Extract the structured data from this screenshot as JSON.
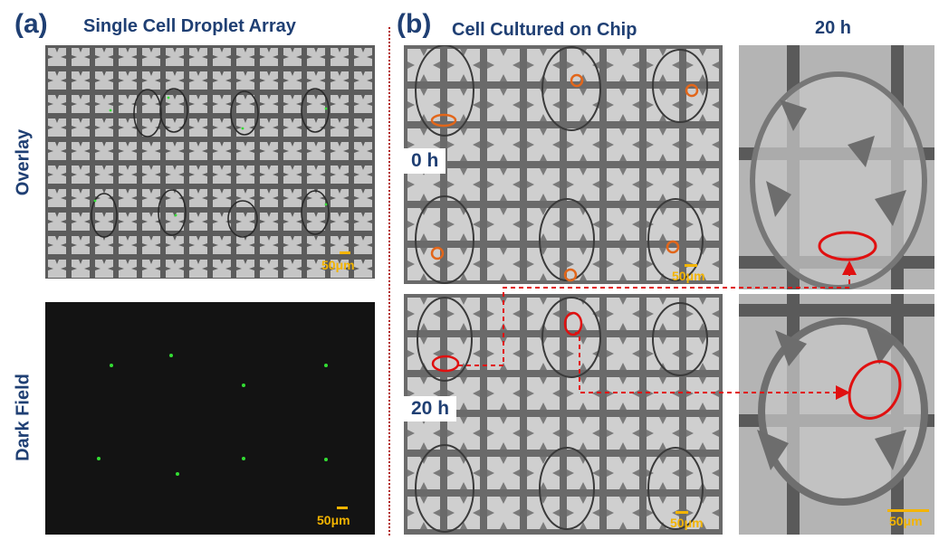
{
  "panel_a": {
    "letter": "(a)",
    "title": "Single Cell Droplet Array",
    "row_labels": {
      "overlay": "Overlay",
      "dark_field": "Dark Field"
    },
    "scale_label": "50μm"
  },
  "panel_b": {
    "letter": "(b)",
    "title": "Cell Cultured on Chip",
    "right_title": "20 h",
    "time_labels": {
      "t0": "0 h",
      "t20": "20 h"
    },
    "scale_label": "50μm"
  },
  "colors": {
    "title_blue": "#1f3f73",
    "scale_yellow": "#f3b400",
    "marker_orange": "#e2661a",
    "marker_red": "#e01010",
    "cell_green": "#33dd33"
  }
}
